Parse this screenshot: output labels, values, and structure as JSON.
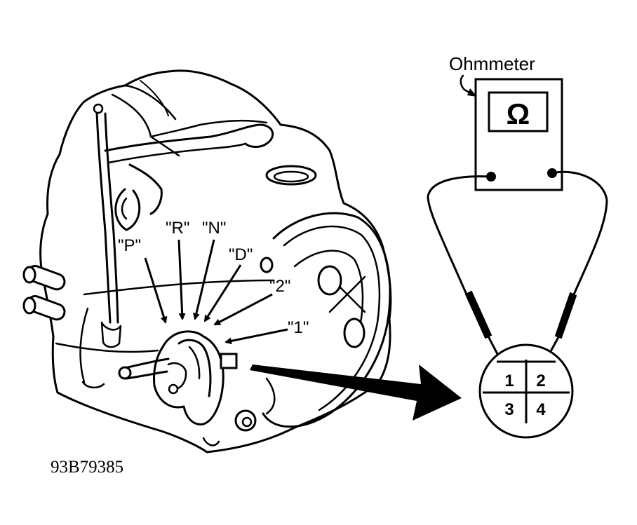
{
  "meter": {
    "label": "Ohmmeter",
    "symbol": "Ω"
  },
  "positions": [
    "\"P\"",
    "\"R\"",
    "\"N\"",
    "\"D\"",
    "\"2\"",
    "\"1\""
  ],
  "connector": {
    "pins": [
      "1",
      "2",
      "3",
      "4"
    ]
  },
  "figure_code": "93B79385"
}
